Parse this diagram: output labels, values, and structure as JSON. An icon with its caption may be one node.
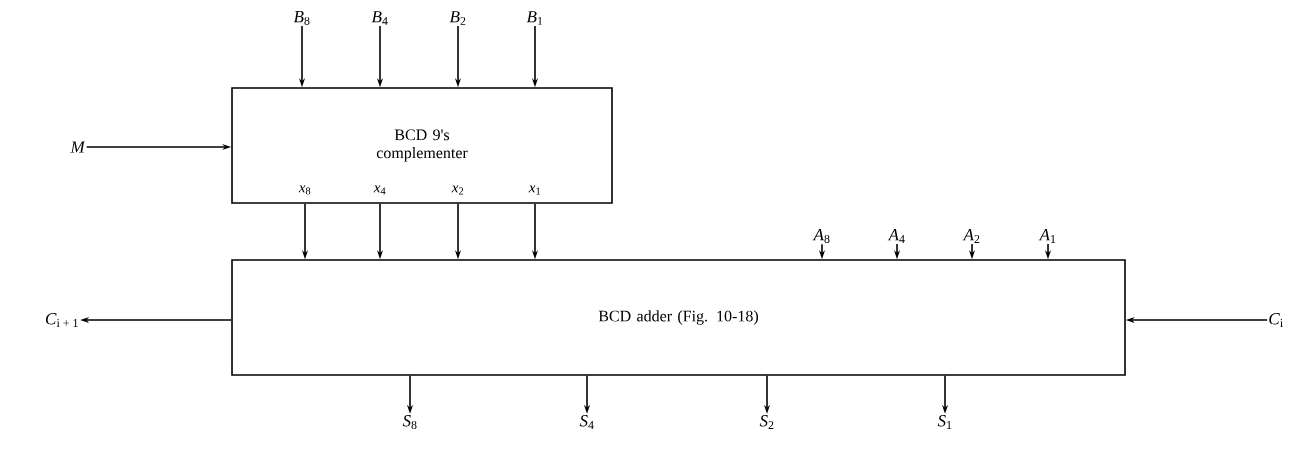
{
  "diagram": {
    "nodes": [
      {
        "text": [
          "BCD 9's complementer"
        ]
      },
      {
        "text": [
          "BCD adder (Fig. 10-18)"
        ]
      },
      {
        "text": [
          "*B*$_{8}$"
        ]
      },
      {
        "text": [
          "*B*$_{4}$"
        ]
      },
      {
        "text": [
          "*B*$_{2}$"
        ]
      },
      {
        "text": [
          "*B*$_{1}$"
        ]
      },
      {
        "text": [
          "*M*"
        ]
      },
      {
        "text": [
          "*A*$_{8}$"
        ]
      },
      {
        "text": [
          "*A*$_{4}$"
        ]
      },
      {
        "text": [
          "*A*$_{2}$"
        ]
      },
      {
        "text": [
          "*A*$_{1}$"
        ]
      },
      {
        "text": [
          "*C*$_{i + 1}$"
        ]
      },
      {
        "text": [
          "*C*$_{i}$"
        ]
      },
      {
        "text": [
          "*S*$_{8}$"
        ]
      },
      {
        "text": [
          "*S*$_{4}$"
        ]
      },
      {
        "text": [
          "*S*$_{2}$"
        ]
      },
      {
        "text": [
          "*S*$_{1}$"
        ]
      }
    ],
    "edges": [
      {
        "from": 2,
        "to": 0,
        "arrow": "to"
      },
      {
        "from": 3,
        "to": 0,
        "arrow": "to"
      },
      {
        "from": 4,
        "to": 0,
        "arrow": "to"
      },
      {
        "from": 5,
        "to": 0,
        "arrow": "to"
      },
      {
        "from": 6,
        "to": 0,
        "arrow": "to"
      },
      {
        "from": 0,
        "to": 1,
        "arrow": "to"
      },
      {
        "from": 0,
        "to": 1,
        "arrow": "to"
      },
      {
        "from": 0,
        "to": 1,
        "arrow": "to"
      },
      {
        "from": 0,
        "to": 1,
        "arrow": "to"
      },
      {
        "from": 7,
        "to": 1,
        "arrow": "to"
      },
      {
        "from": 8,
        "to": 1,
        "arrow": "to"
      },
      {
        "from": 9,
        "to": 1,
        "arrow": "to"
      },
      {
        "from": 10,
        "to": 1,
        "arrow": "to"
      },
      {
        "from": 1,
        "to": 11,
        "arrow": "to"
      },
      {
        "from": 12,
        "to": 1,
        "arrow": "to"
      },
      {
        "from": 1,
        "to": 13,
        "arrow": "to"
      },
      {
        "from": 1,
        "to": 14,
        "arrow": "to"
      },
      {
        "from": 1,
        "to": 15,
        "arrow": "to"
      },
      {
        "from": 1,
        "to": 16,
        "arrow": "to"
      }
    ],
    "labels": [
      "*x*$_{8}$",
      "*x*$_{4}$",
      "*x*$_{2}$",
      "*x*$_{1}$"
    ]
  }
}
